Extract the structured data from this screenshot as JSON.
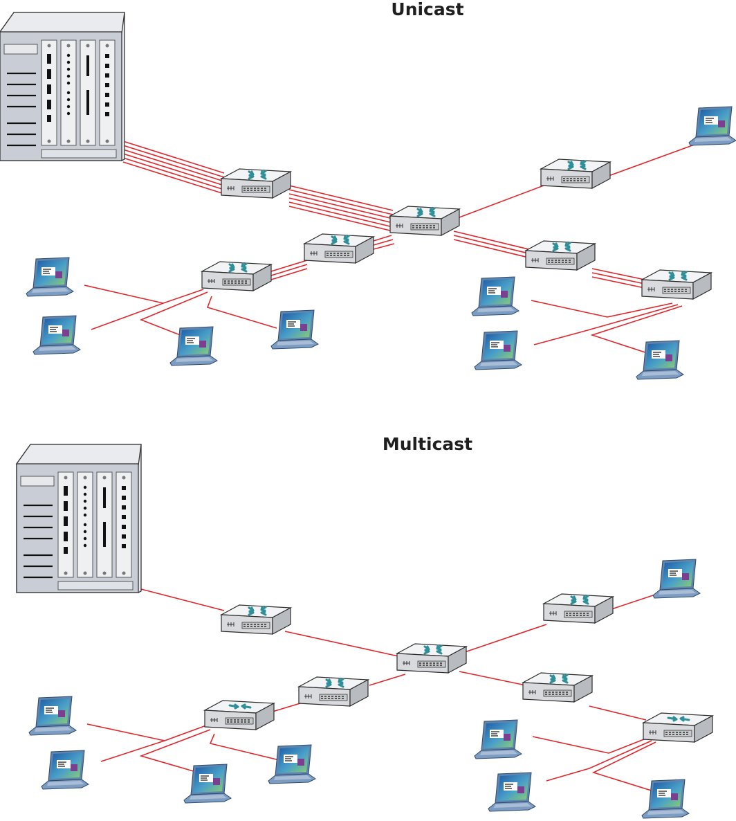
{
  "colors": {
    "link": "#e0262b",
    "device_top": "#f2f3f4",
    "device_front": "#d7d9dc",
    "device_stroke": "#2b2b2b",
    "router_arrow": "#2e8f98",
    "screen_green": "#7bbf6a",
    "laptop_blue": "#6f93b8"
  },
  "panels": [
    {
      "id": "unicast",
      "title": "Unicast"
    },
    {
      "id": "multicast",
      "title": "Multicast"
    }
  ],
  "icons": {
    "server": "server-chassis-icon",
    "router": "router-icon",
    "switch": "switch-icon",
    "laptop": "laptop-icon"
  }
}
